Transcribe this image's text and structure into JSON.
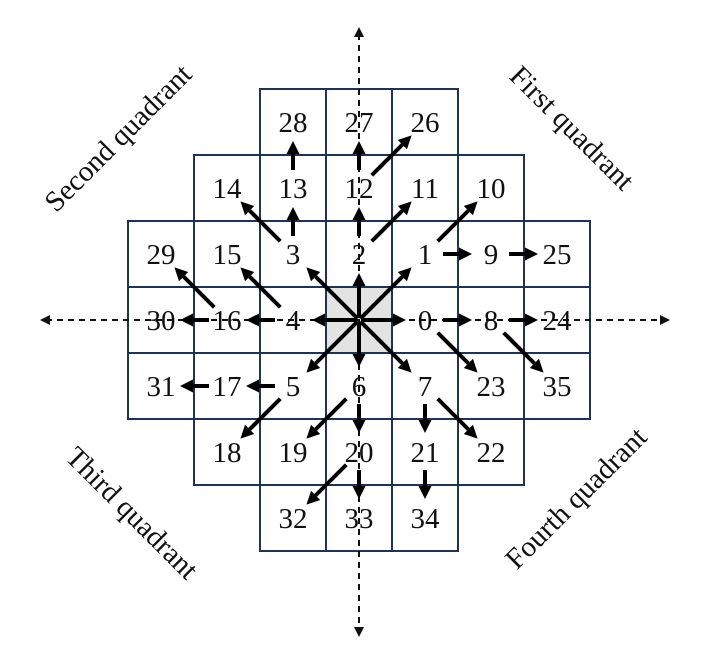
{
  "quadrants": {
    "first": "First quadrant",
    "second": "Second quadrant",
    "third": "Third quadrant",
    "fourth": "Fourth quadrant"
  },
  "cells": [
    {
      "id": 26,
      "c": 1,
      "r": -3
    },
    {
      "id": 27,
      "c": 0,
      "r": -3
    },
    {
      "id": 28,
      "c": -1,
      "r": -3
    },
    {
      "id": 14,
      "c": -2,
      "r": -2
    },
    {
      "id": 13,
      "c": -1,
      "r": -2
    },
    {
      "id": 12,
      "c": 0,
      "r": -2
    },
    {
      "id": 11,
      "c": 1,
      "r": -2
    },
    {
      "id": 10,
      "c": 2,
      "r": -2
    },
    {
      "id": 29,
      "c": -3,
      "r": -1
    },
    {
      "id": 15,
      "c": -2,
      "r": -1
    },
    {
      "id": 3,
      "c": -1,
      "r": -1
    },
    {
      "id": 2,
      "c": 0,
      "r": -1
    },
    {
      "id": 1,
      "c": 1,
      "r": -1
    },
    {
      "id": 9,
      "c": 2,
      "r": -1
    },
    {
      "id": 25,
      "c": 3,
      "r": -1
    },
    {
      "id": 30,
      "c": -3,
      "r": 0
    },
    {
      "id": 16,
      "c": -2,
      "r": 0
    },
    {
      "id": 4,
      "c": -1,
      "r": 0
    },
    {
      "id": 0,
      "c": 1,
      "r": 0
    },
    {
      "id": 8,
      "c": 2,
      "r": 0
    },
    {
      "id": 24,
      "c": 3,
      "r": 0
    },
    {
      "id": 31,
      "c": -3,
      "r": 1
    },
    {
      "id": 17,
      "c": -2,
      "r": 1
    },
    {
      "id": 5,
      "c": -1,
      "r": 1
    },
    {
      "id": 6,
      "c": 0,
      "r": 1
    },
    {
      "id": 7,
      "c": 1,
      "r": 1
    },
    {
      "id": 23,
      "c": 2,
      "r": 1
    },
    {
      "id": 35,
      "c": 3,
      "r": 1
    },
    {
      "id": 18,
      "c": -2,
      "r": 2
    },
    {
      "id": 19,
      "c": -1,
      "r": 2
    },
    {
      "id": 20,
      "c": 0,
      "r": 2
    },
    {
      "id": 21,
      "c": 1,
      "r": 2
    },
    {
      "id": 22,
      "c": 2,
      "r": 2
    },
    {
      "id": 32,
      "c": -1,
      "r": 3
    },
    {
      "id": 33,
      "c": 0,
      "r": 3
    },
    {
      "id": 34,
      "c": 1,
      "r": 3
    }
  ],
  "arrows": [
    {
      "from": "C",
      "to": 0
    },
    {
      "from": "C",
      "to": 1
    },
    {
      "from": "C",
      "to": 2
    },
    {
      "from": "C",
      "to": 3
    },
    {
      "from": "C",
      "to": 4
    },
    {
      "from": "C",
      "to": 5
    },
    {
      "from": "C",
      "to": 6
    },
    {
      "from": "C",
      "to": 7
    },
    {
      "from": 0,
      "to": 8
    },
    {
      "from": 8,
      "to": 24
    },
    {
      "from": 1,
      "to": 9
    },
    {
      "from": 9,
      "to": 25
    },
    {
      "from": 1,
      "to": 10
    },
    {
      "from": 2,
      "to": 11
    },
    {
      "from": 2,
      "to": 12
    },
    {
      "from": 12,
      "to": 27
    },
    {
      "from": 12,
      "to": 26
    },
    {
      "from": 3,
      "to": 13
    },
    {
      "from": 13,
      "to": 28
    },
    {
      "from": 3,
      "to": 14
    },
    {
      "from": 4,
      "to": 15
    },
    {
      "from": 4,
      "to": 16
    },
    {
      "from": 16,
      "to": 30
    },
    {
      "from": 16,
      "to": 29
    },
    {
      "from": 5,
      "to": 17
    },
    {
      "from": 17,
      "to": 31
    },
    {
      "from": 5,
      "to": 18
    },
    {
      "from": 6,
      "to": 19
    },
    {
      "from": 6,
      "to": 20
    },
    {
      "from": 20,
      "to": 33
    },
    {
      "from": 20,
      "to": 32
    },
    {
      "from": 7,
      "to": 21
    },
    {
      "from": 21,
      "to": 34
    },
    {
      "from": 7,
      "to": 22
    },
    {
      "from": 0,
      "to": 23
    },
    {
      "from": 8,
      "to": 35
    }
  ]
}
